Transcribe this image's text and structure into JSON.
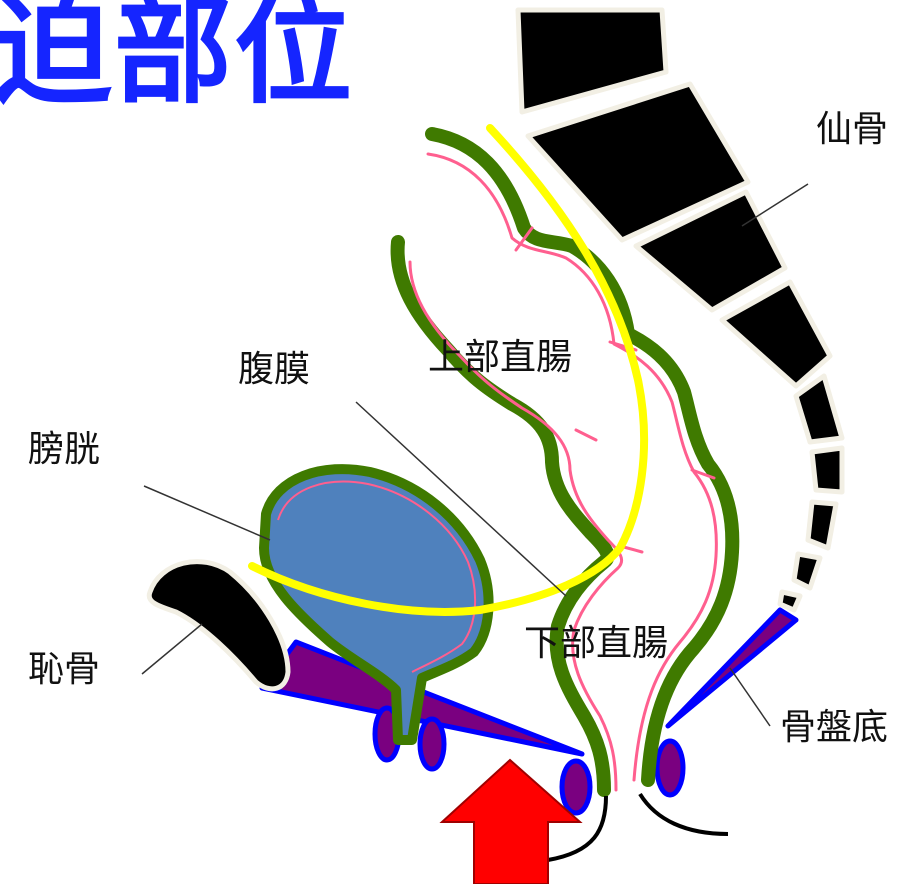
{
  "title": "迫部位",
  "labels": {
    "sacrum": "仙骨",
    "peritoneum": "腹膜",
    "upper_rectum": "上部直腸",
    "bladder": "膀胱",
    "lower_rectum": "下部直腸",
    "pubis": "恥骨",
    "pelvic_floor": "骨盤底"
  },
  "colors": {
    "title": "#1525ff",
    "rectum_wall": "#3f7a00",
    "mucosa": "#ff5f8f",
    "bladder_fill": "#4f81bd",
    "peritoneum_line": "#ffff00",
    "bone": "#000000",
    "muscle_fill": "#7a0080",
    "muscle_outline": "#0000ff",
    "arrow": "#ff0000"
  },
  "icons": {
    "arrow": "up-arrow-icon"
  }
}
